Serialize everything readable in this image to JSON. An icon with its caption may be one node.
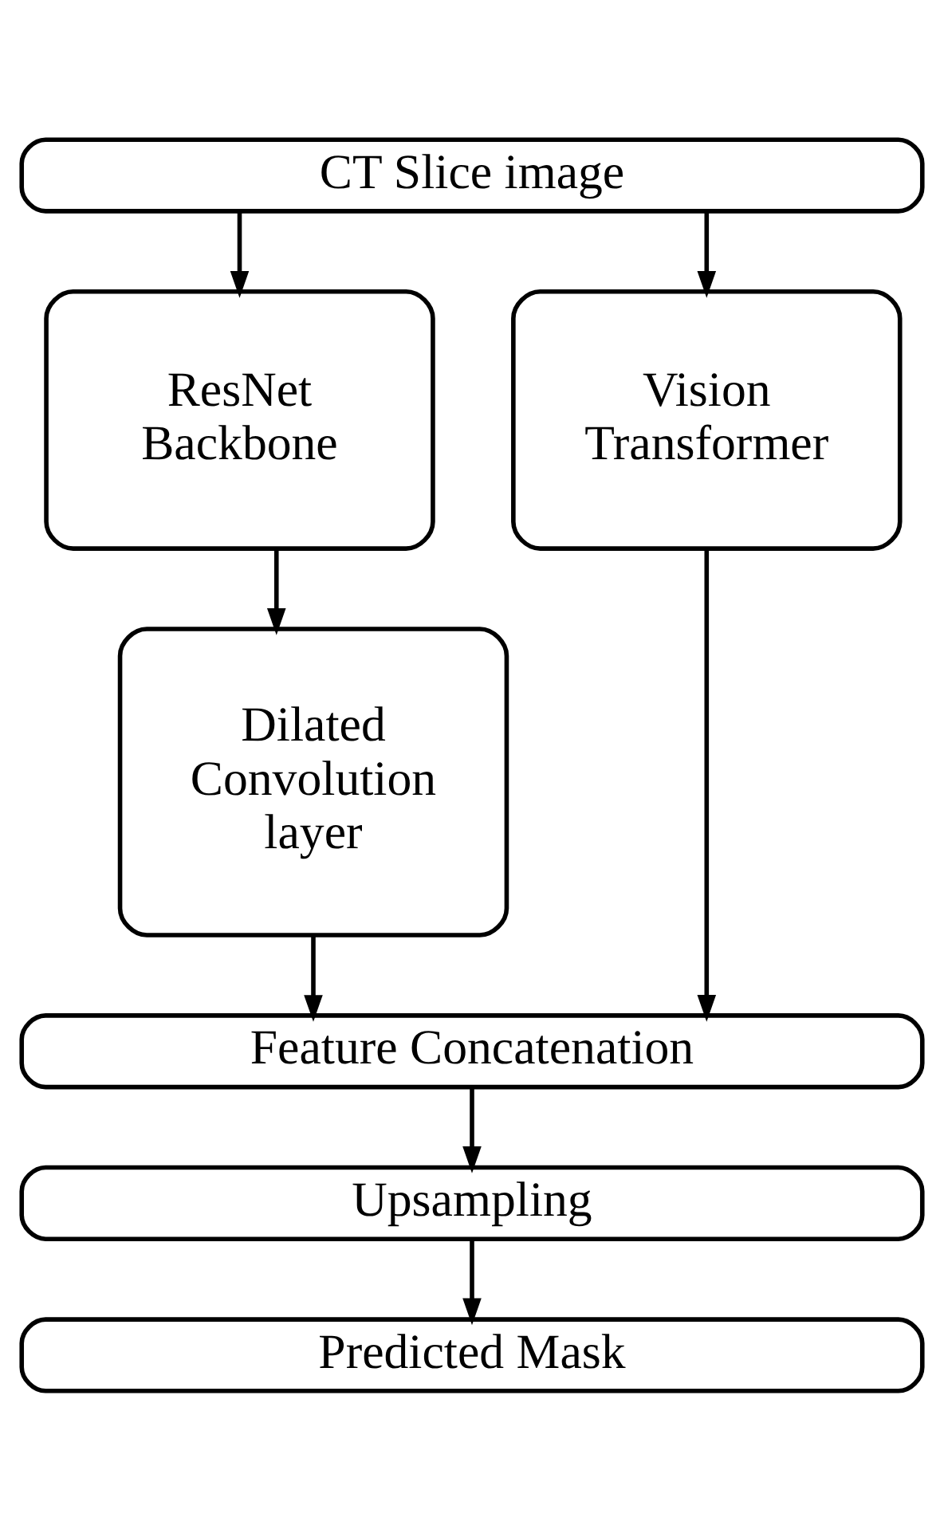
{
  "diagram": {
    "nodes": [
      {
        "text": [
          "CT Slice image"
        ]
      },
      {
        "text": [
          "ResNet Backbone"
        ]
      },
      {
        "text": [
          "Vision Transformer"
        ]
      },
      {
        "text": [
          "Dilated Convolution layer"
        ]
      },
      {
        "text": [
          "Feature Concatenation"
        ]
      },
      {
        "text": [
          "Upsampling"
        ]
      },
      {
        "text": [
          "Predicted Mask"
        ]
      }
    ],
    "edges": [
      {
        "from": 0,
        "to": 1,
        "arrow": "to"
      },
      {
        "from": 0,
        "to": 2,
        "arrow": "to"
      },
      {
        "from": 1,
        "to": 3,
        "arrow": "to"
      },
      {
        "from": 3,
        "to": 4,
        "arrow": "to"
      },
      {
        "from": 2,
        "to": 4,
        "arrow": "to"
      },
      {
        "from": 4,
        "to": 5,
        "arrow": "to"
      },
      {
        "from": 5,
        "to": 6,
        "arrow": "to"
      }
    ]
  }
}
